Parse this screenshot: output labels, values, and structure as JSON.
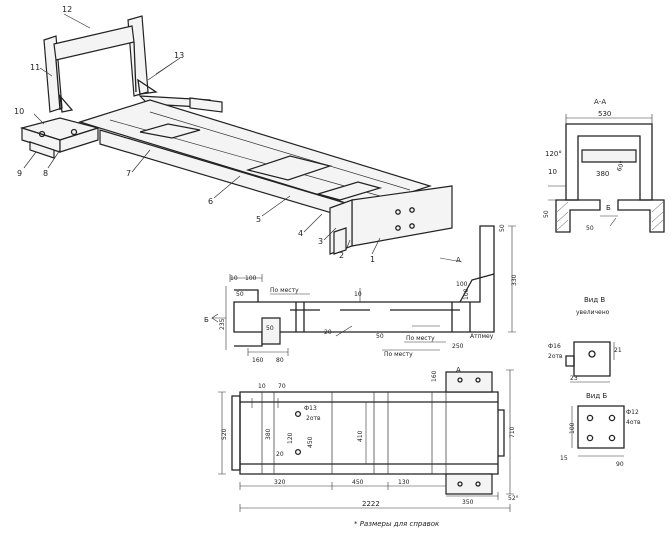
{
  "callouts": [
    "1",
    "2",
    "3",
    "4",
    "5",
    "6",
    "7",
    "8",
    "9",
    "10",
    "10",
    "11",
    "12",
    "13"
  ],
  "section_view": {
    "title": "А-А",
    "dims": [
      "530",
      "120°",
      "10",
      "380",
      "60°",
      "50",
      "50",
      "Б"
    ]
  },
  "side_view": {
    "dims": [
      "10",
      "100",
      "50",
      "235",
      "160",
      "50",
      "80",
      "10",
      "20",
      "50",
      "100",
      "100",
      "330",
      "50",
      "250",
      "A",
      "A",
      "Б"
    ],
    "notes": [
      "По месту",
      "По месту",
      "По месту",
      "Атпмеу"
    ]
  },
  "top_view": {
    "dims": [
      "10",
      "70",
      "160",
      "380",
      "120",
      "20",
      "520",
      "Ф13",
      "2отв",
      "450",
      "410",
      "710",
      "320",
      "450",
      "130",
      "350",
      "52°",
      "2222"
    ],
    "footnote": "* Размеры для справок"
  },
  "detail_v": {
    "title": "Вид В",
    "subtitle": "увеличено",
    "dims": [
      "Ф16",
      "2отв",
      "23",
      "21"
    ]
  },
  "detail_b": {
    "title": "Вид Б",
    "dims": [
      "Ф12",
      "4отв",
      "15",
      "100",
      "90"
    ]
  }
}
